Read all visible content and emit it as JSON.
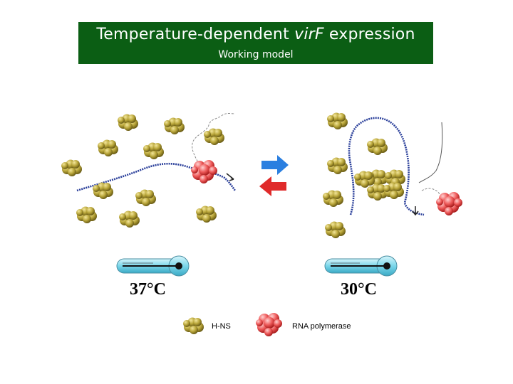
{
  "header": {
    "title_prefix": "Temperature-dependent ",
    "gene": "virF",
    "title_suffix": " expression",
    "subtitle": "Working model"
  },
  "panels": {
    "left_temperature": "37°C",
    "right_temperature": "30°C"
  },
  "legend": {
    "hns_label": "H-NS",
    "rnap_label": "RNA polymerase"
  },
  "colors": {
    "title_bg": "#0b5e14",
    "hns": "#b8a43a",
    "rnap": "#e84a4a",
    "dna": "#2a3f9a",
    "arrow_forward": "#2a7fe0",
    "arrow_back": "#e02a2a",
    "thermometer": "#7ad6ea"
  }
}
